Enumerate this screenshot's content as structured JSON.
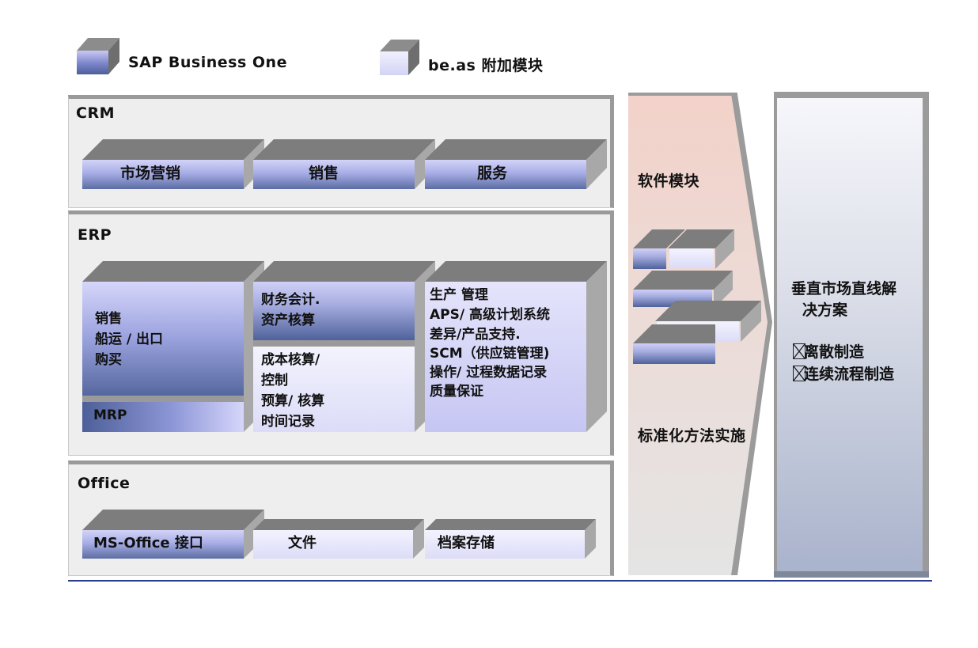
{
  "legend": {
    "sap_label": "SAP Business One",
    "beas_label": "be.as 附加模块"
  },
  "crm": {
    "title": "CRM",
    "items": [
      "市场营销",
      "销售",
      "服务"
    ]
  },
  "erp": {
    "title": "ERP",
    "block1_lines": [
      "销售",
      "船运 / 出口",
      "购买"
    ],
    "mrp": "MRP",
    "block2a_lines": [
      "财务会计.",
      "资产核算"
    ],
    "block2b_lines": [
      "成本核算/",
      "控制",
      "预算/ 核算",
      "时间记录"
    ],
    "block3_lines": [
      "生产 管理",
      "APS/ 高级计划系统",
      "差异/产品支持.",
      "SCM（供应链管理)",
      "操作/ 过程数据记录",
      "质量保证"
    ]
  },
  "office": {
    "title": "Office",
    "items": [
      "MS-Office 接口",
      "文件",
      "档案存储"
    ]
  },
  "middle": {
    "top_label": "软件模块",
    "bottom_label": "标准化方法实施"
  },
  "right": {
    "title_lines": [
      "垂直市场直线解",
      "决方案"
    ],
    "checklist": [
      "离散制造",
      "连续流程制造"
    ]
  },
  "colors": {
    "sap_dark": "#4c5f9a",
    "beas_light": "#dcdcf8",
    "middle_panel": "#f1d6cf",
    "right_panel": "#a9b3cc",
    "rule": "#2a3c8f"
  }
}
